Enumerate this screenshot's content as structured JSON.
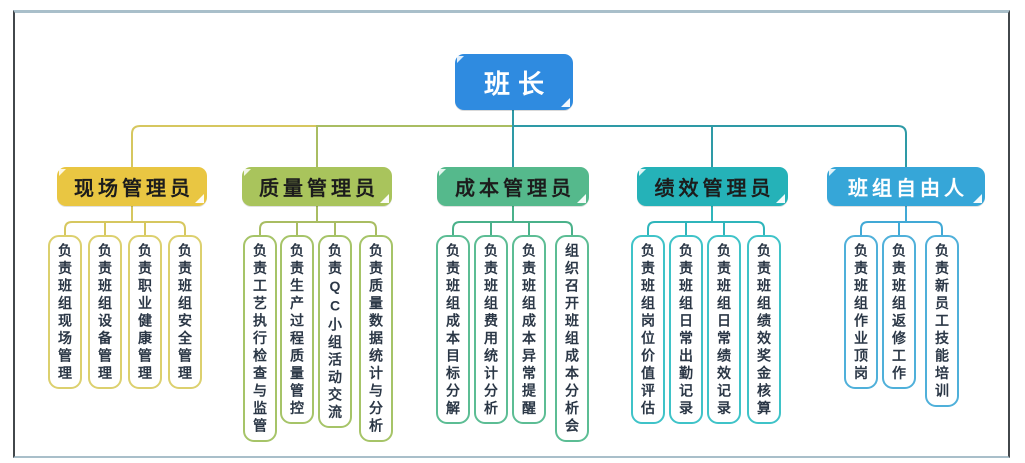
{
  "root": {
    "label": "班长",
    "fill": "#2f8be0",
    "text_color": "#ffffff"
  },
  "connector_colors": {
    "trunk_and_right_bus": "#2e9aa6",
    "left_bus": "#d6c75f",
    "mid_bus": "#a9bd62"
  },
  "branches": [
    {
      "label": "现场管理员",
      "fill": "#e9c642",
      "text_color": "#1c1c1c",
      "line_color": "#d6c75f",
      "leaf_border": "#dcd06e",
      "children": [
        "负责班组现场管理",
        "负责班组设备管理",
        "负责职业健康管理",
        "负责班组安全管理"
      ]
    },
    {
      "label": "质量管理员",
      "fill": "#a9c45c",
      "text_color": "#1c1c1c",
      "line_color": "#a9bd62",
      "leaf_border": "#a6c468",
      "children": [
        "负责工艺执行检查与监管",
        "负责生产过程质量管控",
        "负责QC小组活动交流",
        "负责质量数据统计与分析"
      ]
    },
    {
      "label": "成本管理员",
      "fill": "#55b98c",
      "text_color": "#1c1c1c",
      "line_color": "#4ab18a",
      "leaf_border": "#5cbd94",
      "children": [
        "负责班组成本目标分解",
        "负责班组费用统计分析",
        "负责班组成本异常提醒",
        "组织召开班组成本分析会"
      ]
    },
    {
      "label": "绩效管理员",
      "fill": "#25b2b8",
      "text_color": "#1c1c1c",
      "line_color": "#2fb5bb",
      "leaf_border": "#3fc3c8",
      "children": [
        "负责班组岗位价值评估",
        "负责班组日常出勤记录",
        "负责班组日常绩效记录",
        "负责班组绩效奖金核算"
      ]
    },
    {
      "label": "班组自由人",
      "fill": "#36a6d8",
      "text_color": "#ffffff",
      "line_color": "#41a9d6",
      "leaf_border": "#4fb0da",
      "children": [
        "负责班组作业顶岗",
        "负责班组返修工作",
        "负责新员工技能培训"
      ]
    }
  ]
}
